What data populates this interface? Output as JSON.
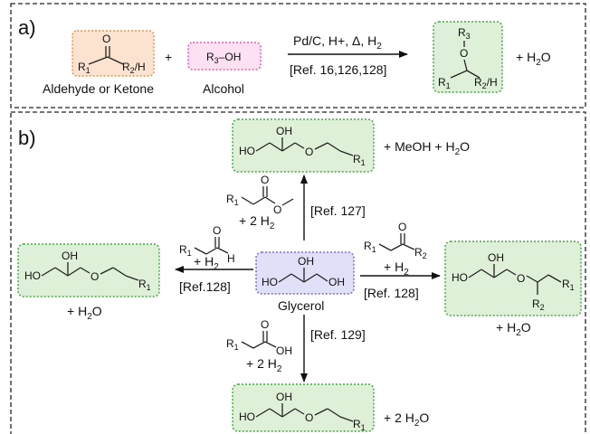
{
  "panel_a": {
    "label": "a)",
    "aldehyde": {
      "o": "O",
      "r1": "R",
      "r1_sub": "1",
      "r2": "R",
      "r2_sub": "2",
      "r2_tail": "/H",
      "caption": "Aldehyde or Ketone",
      "fill": "#fbe3cf",
      "border": "#e8944a"
    },
    "plus": "+",
    "alcohol": {
      "r": "R",
      "r_sub": "3",
      "oh": "–OH",
      "caption": "Alcohol",
      "fill": "#fde0f2",
      "border": "#e05cb6"
    },
    "conditions": "Pd/C, H+, Δ, H",
    "conditions_sub": "2",
    "ref": "[Ref. 16,126,128]",
    "product": {
      "r3": "R",
      "r3_sub": "3",
      "o": "O",
      "r1": "R",
      "r1_sub": "1",
      "r2": "R",
      "r2_sub": "2",
      "r2_tail": "/H",
      "fill": "#def0d7",
      "border": "#45a845"
    },
    "water": "+ H",
    "water_sub": "2",
    "water_tail": "O"
  },
  "panel_b": {
    "label": "b)",
    "center": {
      "caption": "Glycerol",
      "oh": "OH",
      "ho": "HO",
      "oh2": "OH",
      "fill": "#e0e0f8",
      "border": "#7b6bc9"
    },
    "top": {
      "ref": "[Ref. 127]",
      "reagent": "+ 2 H",
      "reagent_sub": "2",
      "r1": "R",
      "r1_sub": "1",
      "o1": "O",
      "o2": "O",
      "byproduct": "+ MeOH + H",
      "byproduct_sub": "2",
      "byproduct_tail": "O"
    },
    "left": {
      "ref": "[Ref.128]",
      "reagent": "+ H",
      "reagent_sub": "2",
      "r1": "R",
      "r1_sub": "1",
      "o": "O",
      "h": "H",
      "byproduct": "+ H",
      "byproduct_sub": "2",
      "byproduct_tail": "O"
    },
    "right": {
      "ref": "[Ref. 128]",
      "reagent": "+ H",
      "reagent_sub": "2",
      "r1": "R",
      "r1_sub": "1",
      "r2": "R",
      "r2_sub": "2",
      "o": "O",
      "byproduct": "+ H",
      "byproduct_sub": "2",
      "byproduct_tail": "O"
    },
    "bottom": {
      "ref": "[Ref. 129]",
      "reagent": "+ 2 H",
      "reagent_sub": "2",
      "r1": "R",
      "r1_sub": "1",
      "o": "O",
      "oh": "OH",
      "byproduct": "+ 2 H",
      "byproduct_sub": "2",
      "byproduct_tail": "O"
    },
    "ether": {
      "ho": "HO",
      "oh": "OH",
      "o": "O",
      "r": "R",
      "r_sub": "1",
      "fill": "#def0d7",
      "border": "#45a845"
    },
    "branched": {
      "ho": "HO",
      "oh": "OH",
      "o": "O",
      "r1": "R",
      "r1_sub": "1",
      "r2": "R",
      "r2_sub": "2"
    }
  }
}
